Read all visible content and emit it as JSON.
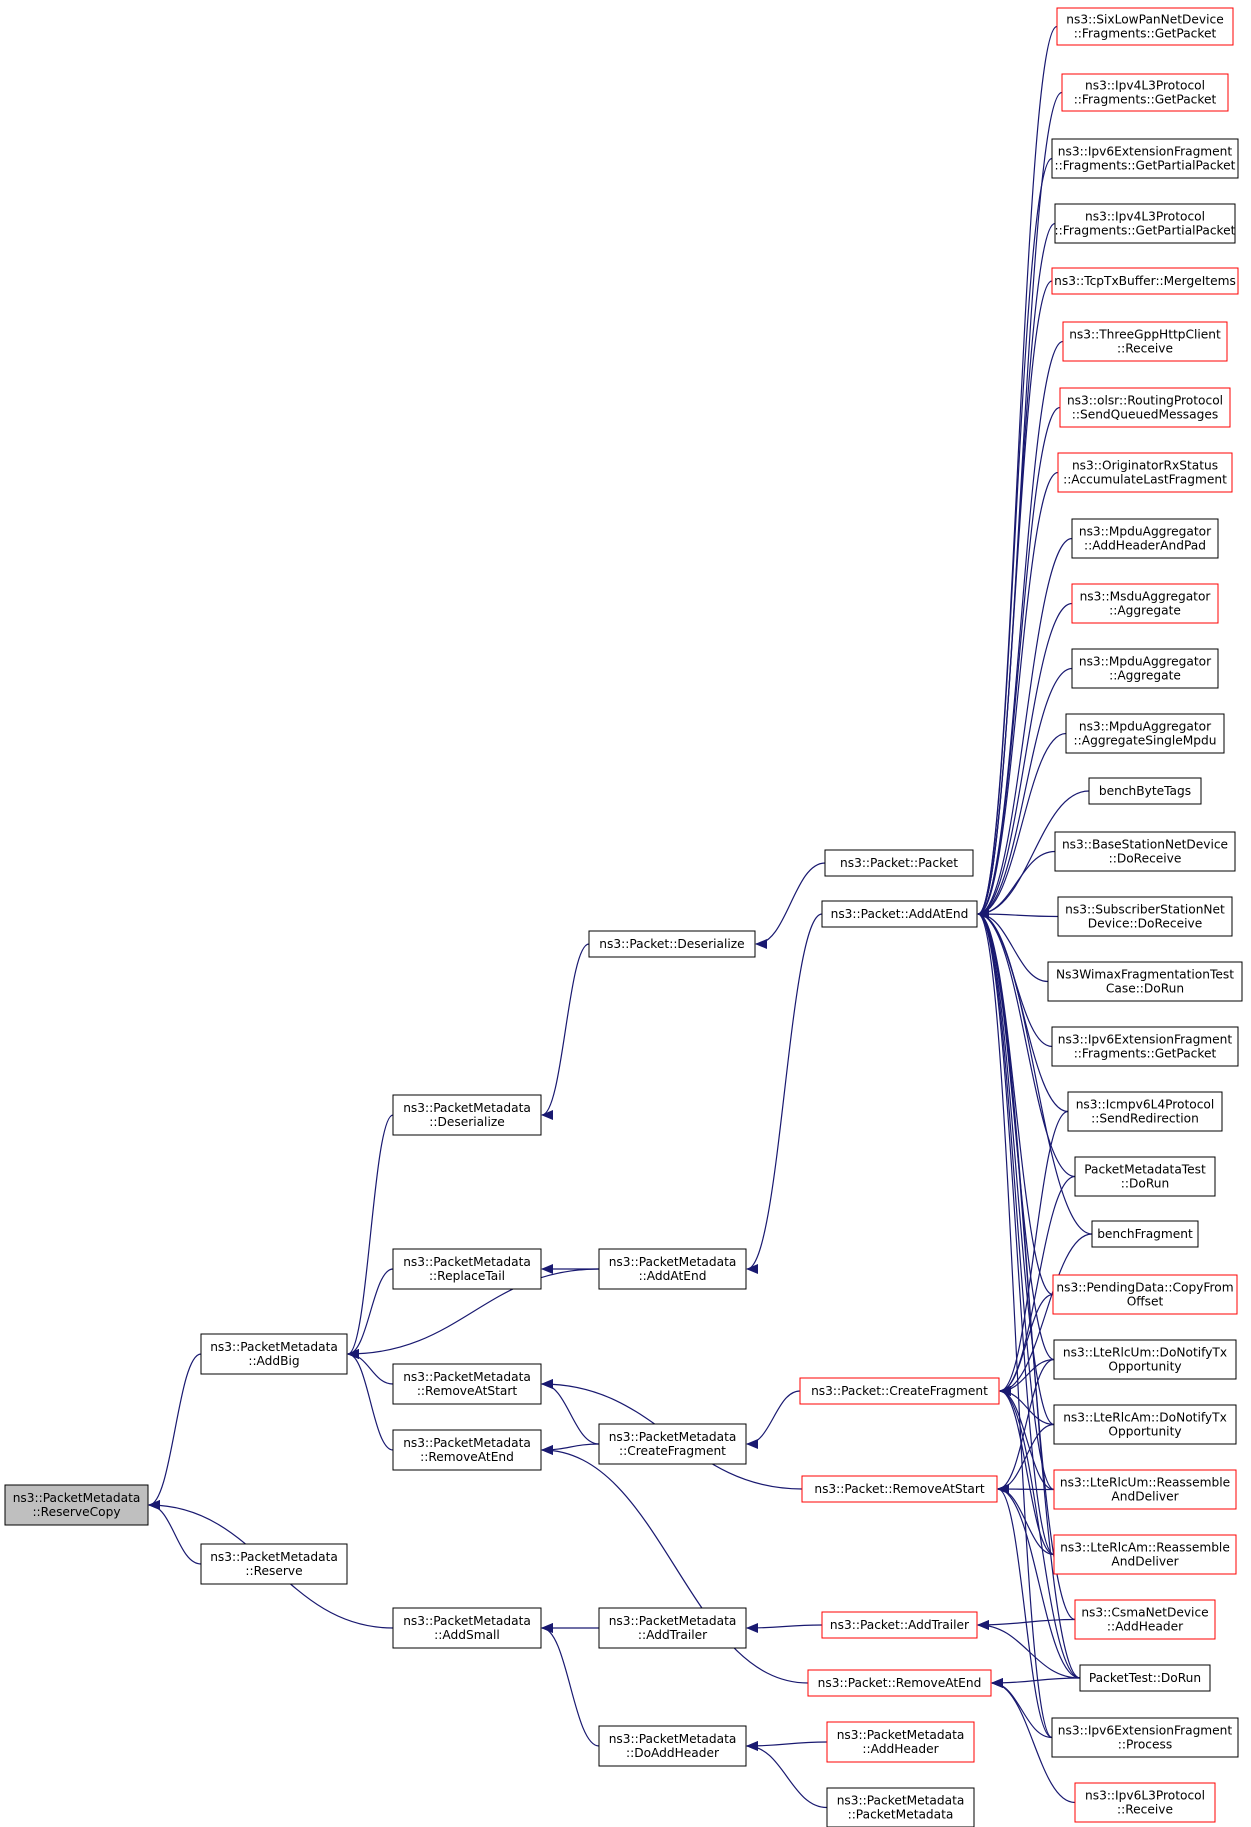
{
  "colors": {
    "edge": "#191970",
    "root_fill": "#bfbfbf",
    "border_normal": "#000000",
    "border_red": "#ff0000",
    "arrow": "#191970"
  },
  "nodes": [
    {
      "id": "reservecopy",
      "lines": [
        "ns3::PacketMetadata",
        "::ReserveCopy"
      ],
      "style": "root"
    },
    {
      "id": "addbig",
      "lines": [
        "ns3::PacketMetadata",
        "::AddBig"
      ],
      "style": "black"
    },
    {
      "id": "reserve",
      "lines": [
        "ns3::PacketMetadata",
        "::Reserve"
      ],
      "style": "black"
    },
    {
      "id": "pm_deserialize",
      "lines": [
        "ns3::PacketMetadata",
        "::Deserialize"
      ],
      "style": "black"
    },
    {
      "id": "replacetail",
      "lines": [
        "ns3::PacketMetadata",
        "::ReplaceTail"
      ],
      "style": "black"
    },
    {
      "id": "removeatstart_pm",
      "lines": [
        "ns3::PacketMetadata",
        "::RemoveAtStart"
      ],
      "style": "black"
    },
    {
      "id": "removeatend_pm",
      "lines": [
        "ns3::PacketMetadata",
        "::RemoveAtEnd"
      ],
      "style": "black"
    },
    {
      "id": "addsmall",
      "lines": [
        "ns3::PacketMetadata",
        "::AddSmall"
      ],
      "style": "black"
    },
    {
      "id": "p_deserialize",
      "lines": [
        "ns3::Packet::Deserialize"
      ],
      "style": "black"
    },
    {
      "id": "pm_addatend",
      "lines": [
        "ns3::PacketMetadata",
        "::AddAtEnd"
      ],
      "style": "black"
    },
    {
      "id": "pm_createfragment",
      "lines": [
        "ns3::PacketMetadata",
        "::CreateFragment"
      ],
      "style": "black"
    },
    {
      "id": "pm_addtrailer",
      "lines": [
        "ns3::PacketMetadata",
        "::AddTrailer"
      ],
      "style": "black"
    },
    {
      "id": "pm_doaddheader",
      "lines": [
        "ns3::PacketMetadata",
        "::DoAddHeader"
      ],
      "style": "black"
    },
    {
      "id": "p_packet",
      "lines": [
        "ns3::Packet::Packet"
      ],
      "style": "black"
    },
    {
      "id": "p_addatend",
      "lines": [
        "ns3::Packet::AddAtEnd"
      ],
      "style": "black"
    },
    {
      "id": "p_createfragment",
      "lines": [
        "ns3::Packet::CreateFragment"
      ],
      "style": "red"
    },
    {
      "id": "p_removeatstart",
      "lines": [
        "ns3::Packet::RemoveAtStart"
      ],
      "style": "red"
    },
    {
      "id": "p_addtrailer",
      "lines": [
        "ns3::Packet::AddTrailer"
      ],
      "style": "red"
    },
    {
      "id": "p_removeatend",
      "lines": [
        "ns3::Packet::RemoveAtEnd"
      ],
      "style": "red"
    },
    {
      "id": "pm_addheader",
      "lines": [
        "ns3::PacketMetadata",
        "::AddHeader"
      ],
      "style": "red"
    },
    {
      "id": "pm_packetmetadata",
      "lines": [
        "ns3::PacketMetadata",
        "::PacketMetadata"
      ],
      "style": "black"
    },
    {
      "id": "r1",
      "lines": [
        "ns3::SixLowPanNetDevice",
        "::Fragments::GetPacket"
      ],
      "style": "red"
    },
    {
      "id": "r2",
      "lines": [
        "ns3::Ipv4L3Protocol",
        "::Fragments::GetPacket"
      ],
      "style": "red"
    },
    {
      "id": "r3",
      "lines": [
        "ns3::Ipv6ExtensionFragment",
        "::Fragments::GetPartialPacket"
      ],
      "style": "black"
    },
    {
      "id": "r4",
      "lines": [
        "ns3::Ipv4L3Protocol",
        "::Fragments::GetPartialPacket"
      ],
      "style": "black"
    },
    {
      "id": "r5",
      "lines": [
        "ns3::TcpTxBuffer::MergeItems"
      ],
      "style": "red"
    },
    {
      "id": "r6",
      "lines": [
        "ns3::ThreeGppHttpClient",
        "::Receive"
      ],
      "style": "red"
    },
    {
      "id": "r7",
      "lines": [
        "ns3::olsr::RoutingProtocol",
        "::SendQueuedMessages"
      ],
      "style": "red"
    },
    {
      "id": "r8",
      "lines": [
        "ns3::OriginatorRxStatus",
        "::AccumulateLastFragment"
      ],
      "style": "red"
    },
    {
      "id": "r9",
      "lines": [
        "ns3::MpduAggregator",
        "::AddHeaderAndPad"
      ],
      "style": "black"
    },
    {
      "id": "r10",
      "lines": [
        "ns3::MsduAggregator",
        "::Aggregate"
      ],
      "style": "red"
    },
    {
      "id": "r11",
      "lines": [
        "ns3::MpduAggregator",
        "::Aggregate"
      ],
      "style": "black"
    },
    {
      "id": "r12",
      "lines": [
        "ns3::MpduAggregator",
        "::AggregateSingleMpdu"
      ],
      "style": "black"
    },
    {
      "id": "r13",
      "lines": [
        "benchByteTags"
      ],
      "style": "black"
    },
    {
      "id": "r14",
      "lines": [
        "ns3::BaseStationNetDevice",
        "::DoReceive"
      ],
      "style": "black"
    },
    {
      "id": "r15",
      "lines": [
        "ns3::SubscriberStationNet",
        "Device::DoReceive"
      ],
      "style": "black"
    },
    {
      "id": "r16",
      "lines": [
        "Ns3WimaxFragmentationTest",
        "Case::DoRun"
      ],
      "style": "black"
    },
    {
      "id": "r17",
      "lines": [
        "ns3::Ipv6ExtensionFragment",
        "::Fragments::GetPacket"
      ],
      "style": "black"
    },
    {
      "id": "r18",
      "lines": [
        "ns3::Icmpv6L4Protocol",
        "::SendRedirection"
      ],
      "style": "black"
    },
    {
      "id": "r19",
      "lines": [
        "PacketMetadataTest",
        "::DoRun"
      ],
      "style": "black"
    },
    {
      "id": "r20",
      "lines": [
        "benchFragment"
      ],
      "style": "black"
    },
    {
      "id": "r21",
      "lines": [
        "ns3::PendingData::CopyFrom",
        "Offset"
      ],
      "style": "red"
    },
    {
      "id": "r22",
      "lines": [
        "ns3::LteRlcUm::DoNotifyTx",
        "Opportunity"
      ],
      "style": "black"
    },
    {
      "id": "r23",
      "lines": [
        "ns3::LteRlcAm::DoNotifyTx",
        "Opportunity"
      ],
      "style": "black"
    },
    {
      "id": "r24",
      "lines": [
        "ns3::LteRlcUm::Reassemble",
        "AndDeliver"
      ],
      "style": "red"
    },
    {
      "id": "r25",
      "lines": [
        "ns3::LteRlcAm::Reassemble",
        "AndDeliver"
      ],
      "style": "red"
    },
    {
      "id": "r26",
      "lines": [
        "ns3::CsmaNetDevice",
        "::AddHeader"
      ],
      "style": "red"
    },
    {
      "id": "r27",
      "lines": [
        "PacketTest::DoRun"
      ],
      "style": "black"
    },
    {
      "id": "r28",
      "lines": [
        "ns3::Ipv6ExtensionFragment",
        "::Process"
      ],
      "style": "black"
    },
    {
      "id": "r29",
      "lines": [
        "ns3::Ipv6L3Protocol",
        "::Receive"
      ],
      "style": "red"
    }
  ],
  "edges": [
    [
      "addbig",
      "reservecopy"
    ],
    [
      "reserve",
      "reservecopy"
    ],
    [
      "addsmall",
      "reservecopy"
    ],
    [
      "pm_deserialize",
      "addbig"
    ],
    [
      "replacetail",
      "addbig"
    ],
    [
      "pm_addatend",
      "addbig"
    ],
    [
      "removeatstart_pm",
      "addbig"
    ],
    [
      "removeatend_pm",
      "addbig"
    ],
    [
      "p_deserialize",
      "pm_deserialize"
    ],
    [
      "p_packet",
      "p_deserialize"
    ],
    [
      "pm_addatend",
      "replacetail"
    ],
    [
      "p_addatend",
      "pm_addatend"
    ],
    [
      "pm_createfragment",
      "removeatstart_pm"
    ],
    [
      "p_removeatstart",
      "removeatstart_pm"
    ],
    [
      "pm_createfragment",
      "removeatend_pm"
    ],
    [
      "p_removeatend",
      "removeatend_pm"
    ],
    [
      "p_createfragment",
      "pm_createfragment"
    ],
    [
      "pm_addtrailer",
      "addsmall"
    ],
    [
      "pm_doaddheader",
      "addsmall"
    ],
    [
      "p_addtrailer",
      "pm_addtrailer"
    ],
    [
      "pm_addheader",
      "pm_doaddheader"
    ],
    [
      "pm_packetmetadata",
      "pm_doaddheader"
    ],
    [
      "r1",
      "p_addatend"
    ],
    [
      "r2",
      "p_addatend"
    ],
    [
      "r3",
      "p_addatend"
    ],
    [
      "r4",
      "p_addatend"
    ],
    [
      "r5",
      "p_addatend"
    ],
    [
      "r6",
      "p_addatend"
    ],
    [
      "r7",
      "p_addatend"
    ],
    [
      "r8",
      "p_addatend"
    ],
    [
      "r9",
      "p_addatend"
    ],
    [
      "r10",
      "p_addatend"
    ],
    [
      "r11",
      "p_addatend"
    ],
    [
      "r12",
      "p_addatend"
    ],
    [
      "r13",
      "p_addatend"
    ],
    [
      "r14",
      "p_addatend"
    ],
    [
      "r15",
      "p_addatend"
    ],
    [
      "r16",
      "p_addatend"
    ],
    [
      "r17",
      "p_addatend"
    ],
    [
      "r18",
      "p_addatend"
    ],
    [
      "r19",
      "p_addatend"
    ],
    [
      "r20",
      "p_addatend"
    ],
    [
      "r21",
      "p_addatend"
    ],
    [
      "r22",
      "p_addatend"
    ],
    [
      "r23",
      "p_addatend"
    ],
    [
      "r24",
      "p_addatend"
    ],
    [
      "r25",
      "p_addatend"
    ],
    [
      "r26",
      "p_addatend"
    ],
    [
      "r27",
      "p_addatend"
    ],
    [
      "r28",
      "p_addatend"
    ],
    [
      "r18",
      "p_createfragment"
    ],
    [
      "r19",
      "p_createfragment"
    ],
    [
      "r20",
      "p_createfragment"
    ],
    [
      "r21",
      "p_createfragment"
    ],
    [
      "r22",
      "p_createfragment"
    ],
    [
      "r23",
      "p_createfragment"
    ],
    [
      "r24",
      "p_createfragment"
    ],
    [
      "r25",
      "p_createfragment"
    ],
    [
      "r27",
      "p_createfragment"
    ],
    [
      "r22",
      "p_removeatstart"
    ],
    [
      "r23",
      "p_removeatstart"
    ],
    [
      "r24",
      "p_removeatstart"
    ],
    [
      "r25",
      "p_removeatstart"
    ],
    [
      "r27",
      "p_removeatstart"
    ],
    [
      "r28",
      "p_removeatstart"
    ],
    [
      "r26",
      "p_addtrailer"
    ],
    [
      "r27",
      "p_addtrailer"
    ],
    [
      "r27",
      "p_removeatend"
    ],
    [
      "r28",
      "p_removeatend"
    ],
    [
      "r29",
      "p_removeatend"
    ]
  ]
}
